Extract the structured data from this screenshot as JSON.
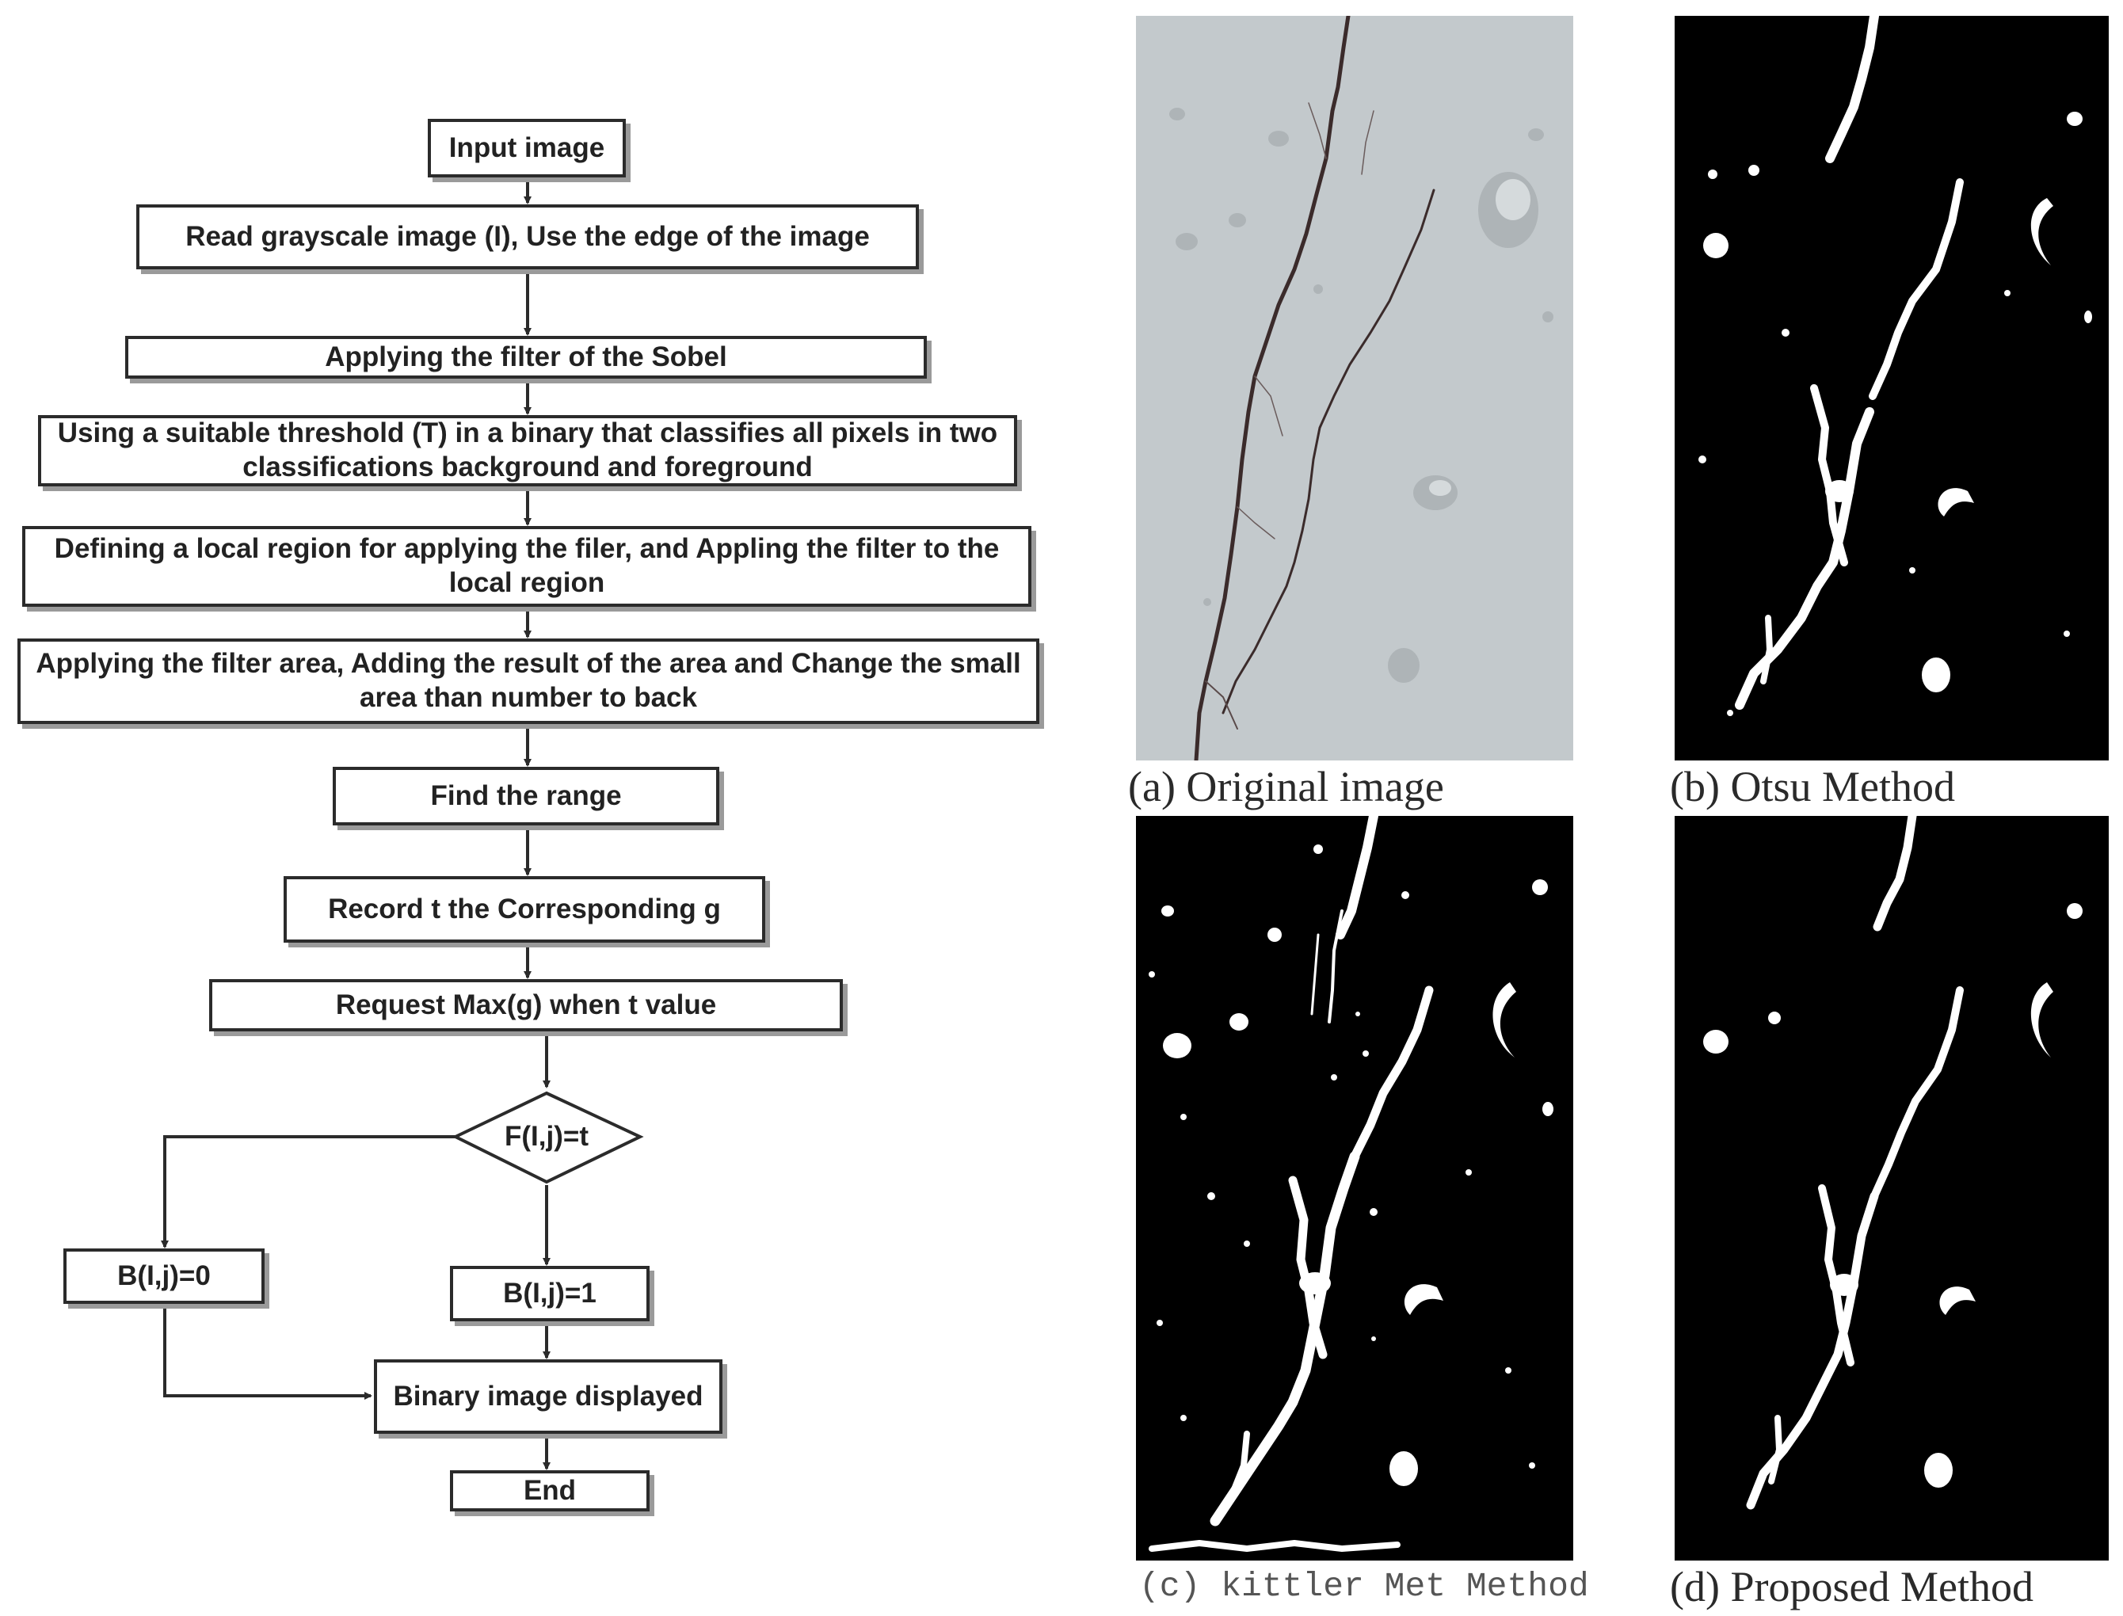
{
  "flowchart": {
    "input": "Input image",
    "read": "Read grayscale image (I), Use the edge of the image",
    "sobel": "Applying the filter of the Sobel",
    "threshold": "Using a suitable threshold (T) in a binary that classifies all pixels in two classifications background and foreground",
    "local_region": "Defining a local region for applying the filer, and Appling the filter to the local region",
    "filter_area": "Applying the filter area, Adding the result of the area and Change the small area than number to back",
    "find_range": "Find the range",
    "record": "Record t the Corresponding g",
    "request": "Request Max(g) when t value",
    "decision": "F(I,j)=t",
    "b_zero": "B(I,j)=0",
    "b_one": "B(I,j)=1",
    "binary": "Binary image displayed",
    "end": "End"
  },
  "panels": {
    "a": "(a) Original image",
    "b": "(b) Otsu Method",
    "c": "(c) kittler Met Method",
    "d": "(d) Proposed Method"
  },
  "colors": {
    "box_border": "#2b2b2b",
    "box_shadow": "#9a9a9a",
    "concrete": "#c6cccf",
    "crack": "#3a2a2a",
    "binary_bg": "#000000",
    "binary_fg": "#ffffff"
  }
}
